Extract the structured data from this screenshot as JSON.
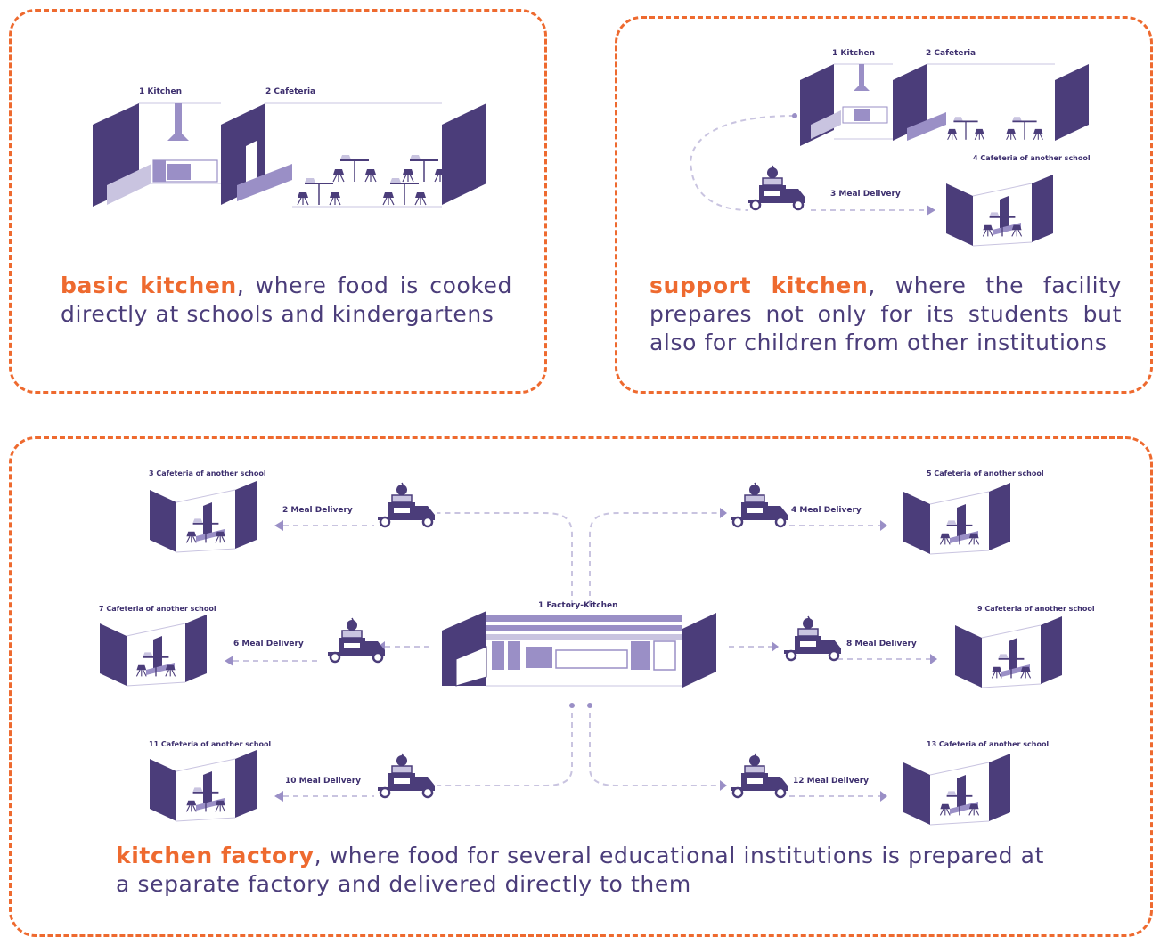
{
  "colors": {
    "accent": "#ee6a2f",
    "primary": "#4b3d7a",
    "light": "#c9c4e0"
  },
  "panels": {
    "basic": {
      "labels": {
        "kitchen": "1 Kitchen",
        "cafeteria": "2 Cafeteria"
      },
      "caption_highlight": "basic kitchen",
      "caption_rest": ", where food is cooked directly at schools and kindergartens"
    },
    "support": {
      "labels": {
        "kitchen": "1 Kitchen",
        "cafeteria": "2 Cafeteria",
        "delivery": "3 Meal Delivery",
        "other": "4 Cafeteria of another school"
      },
      "caption_highlight": "support kitchen",
      "caption_rest": ", where the facility prepares not only for its students but also for children from other institutions"
    },
    "factory": {
      "center": "1 Factory-Kitchen",
      "deliveries": {
        "d2": "2 Meal Delivery",
        "d4": "4 Meal Delivery",
        "d6": "6 Meal Delivery",
        "d8": "8 Meal Delivery",
        "d10": "10 Meal Delivery",
        "d12": "12 Meal Delivery"
      },
      "cafeterias": {
        "c3": "3 Cafeteria of another school",
        "c5": "5 Cafeteria of another school",
        "c7": "7 Cafeteria of another school",
        "c9": "9 Cafeteria of another school",
        "c11": "11 Cafeteria of another school",
        "c13": "13 Cafeteria of another school"
      },
      "caption_highlight": "kitchen factory",
      "caption_rest": ", where food for several educational institutions is prepared at a separate factory and delivered directly to them"
    }
  }
}
